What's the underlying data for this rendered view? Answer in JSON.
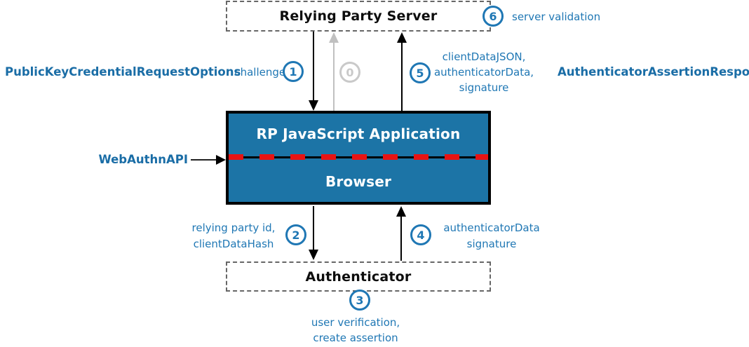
{
  "diagram": {
    "nodes": {
      "relying_party_server": "Relying Party Server",
      "rp_js_application": "RP JavaScript Application",
      "browser": "Browser",
      "authenticator": "Authenticator"
    },
    "annotations": {
      "request_options": "PublicKeyCredentialRequestOptions",
      "challenge": "challenge",
      "assertion_response": "AuthenticatorAssertionResponse",
      "webauthn_api": "WebAuthnAPI"
    },
    "steps": [
      {
        "num": "0",
        "lines": []
      },
      {
        "num": "1",
        "lines": []
      },
      {
        "num": "2",
        "lines": [
          "relying party id,",
          "clientDataHash"
        ]
      },
      {
        "num": "3",
        "lines": [
          "user verification,",
          "create assertion"
        ]
      },
      {
        "num": "4",
        "lines": [
          "authenticatorData",
          "signature"
        ]
      },
      {
        "num": "5",
        "lines": [
          "clientDataJSON,",
          "authenticatorData,",
          "signature"
        ]
      },
      {
        "num": "6",
        "lines": [
          "server validation"
        ]
      }
    ],
    "colors": {
      "box_blue": "#1c74a6",
      "accent_blue": "#1f77b4",
      "inactive_gray": "#c0c0c0",
      "divider_red": "#e81313",
      "border_black": "#000000"
    }
  }
}
